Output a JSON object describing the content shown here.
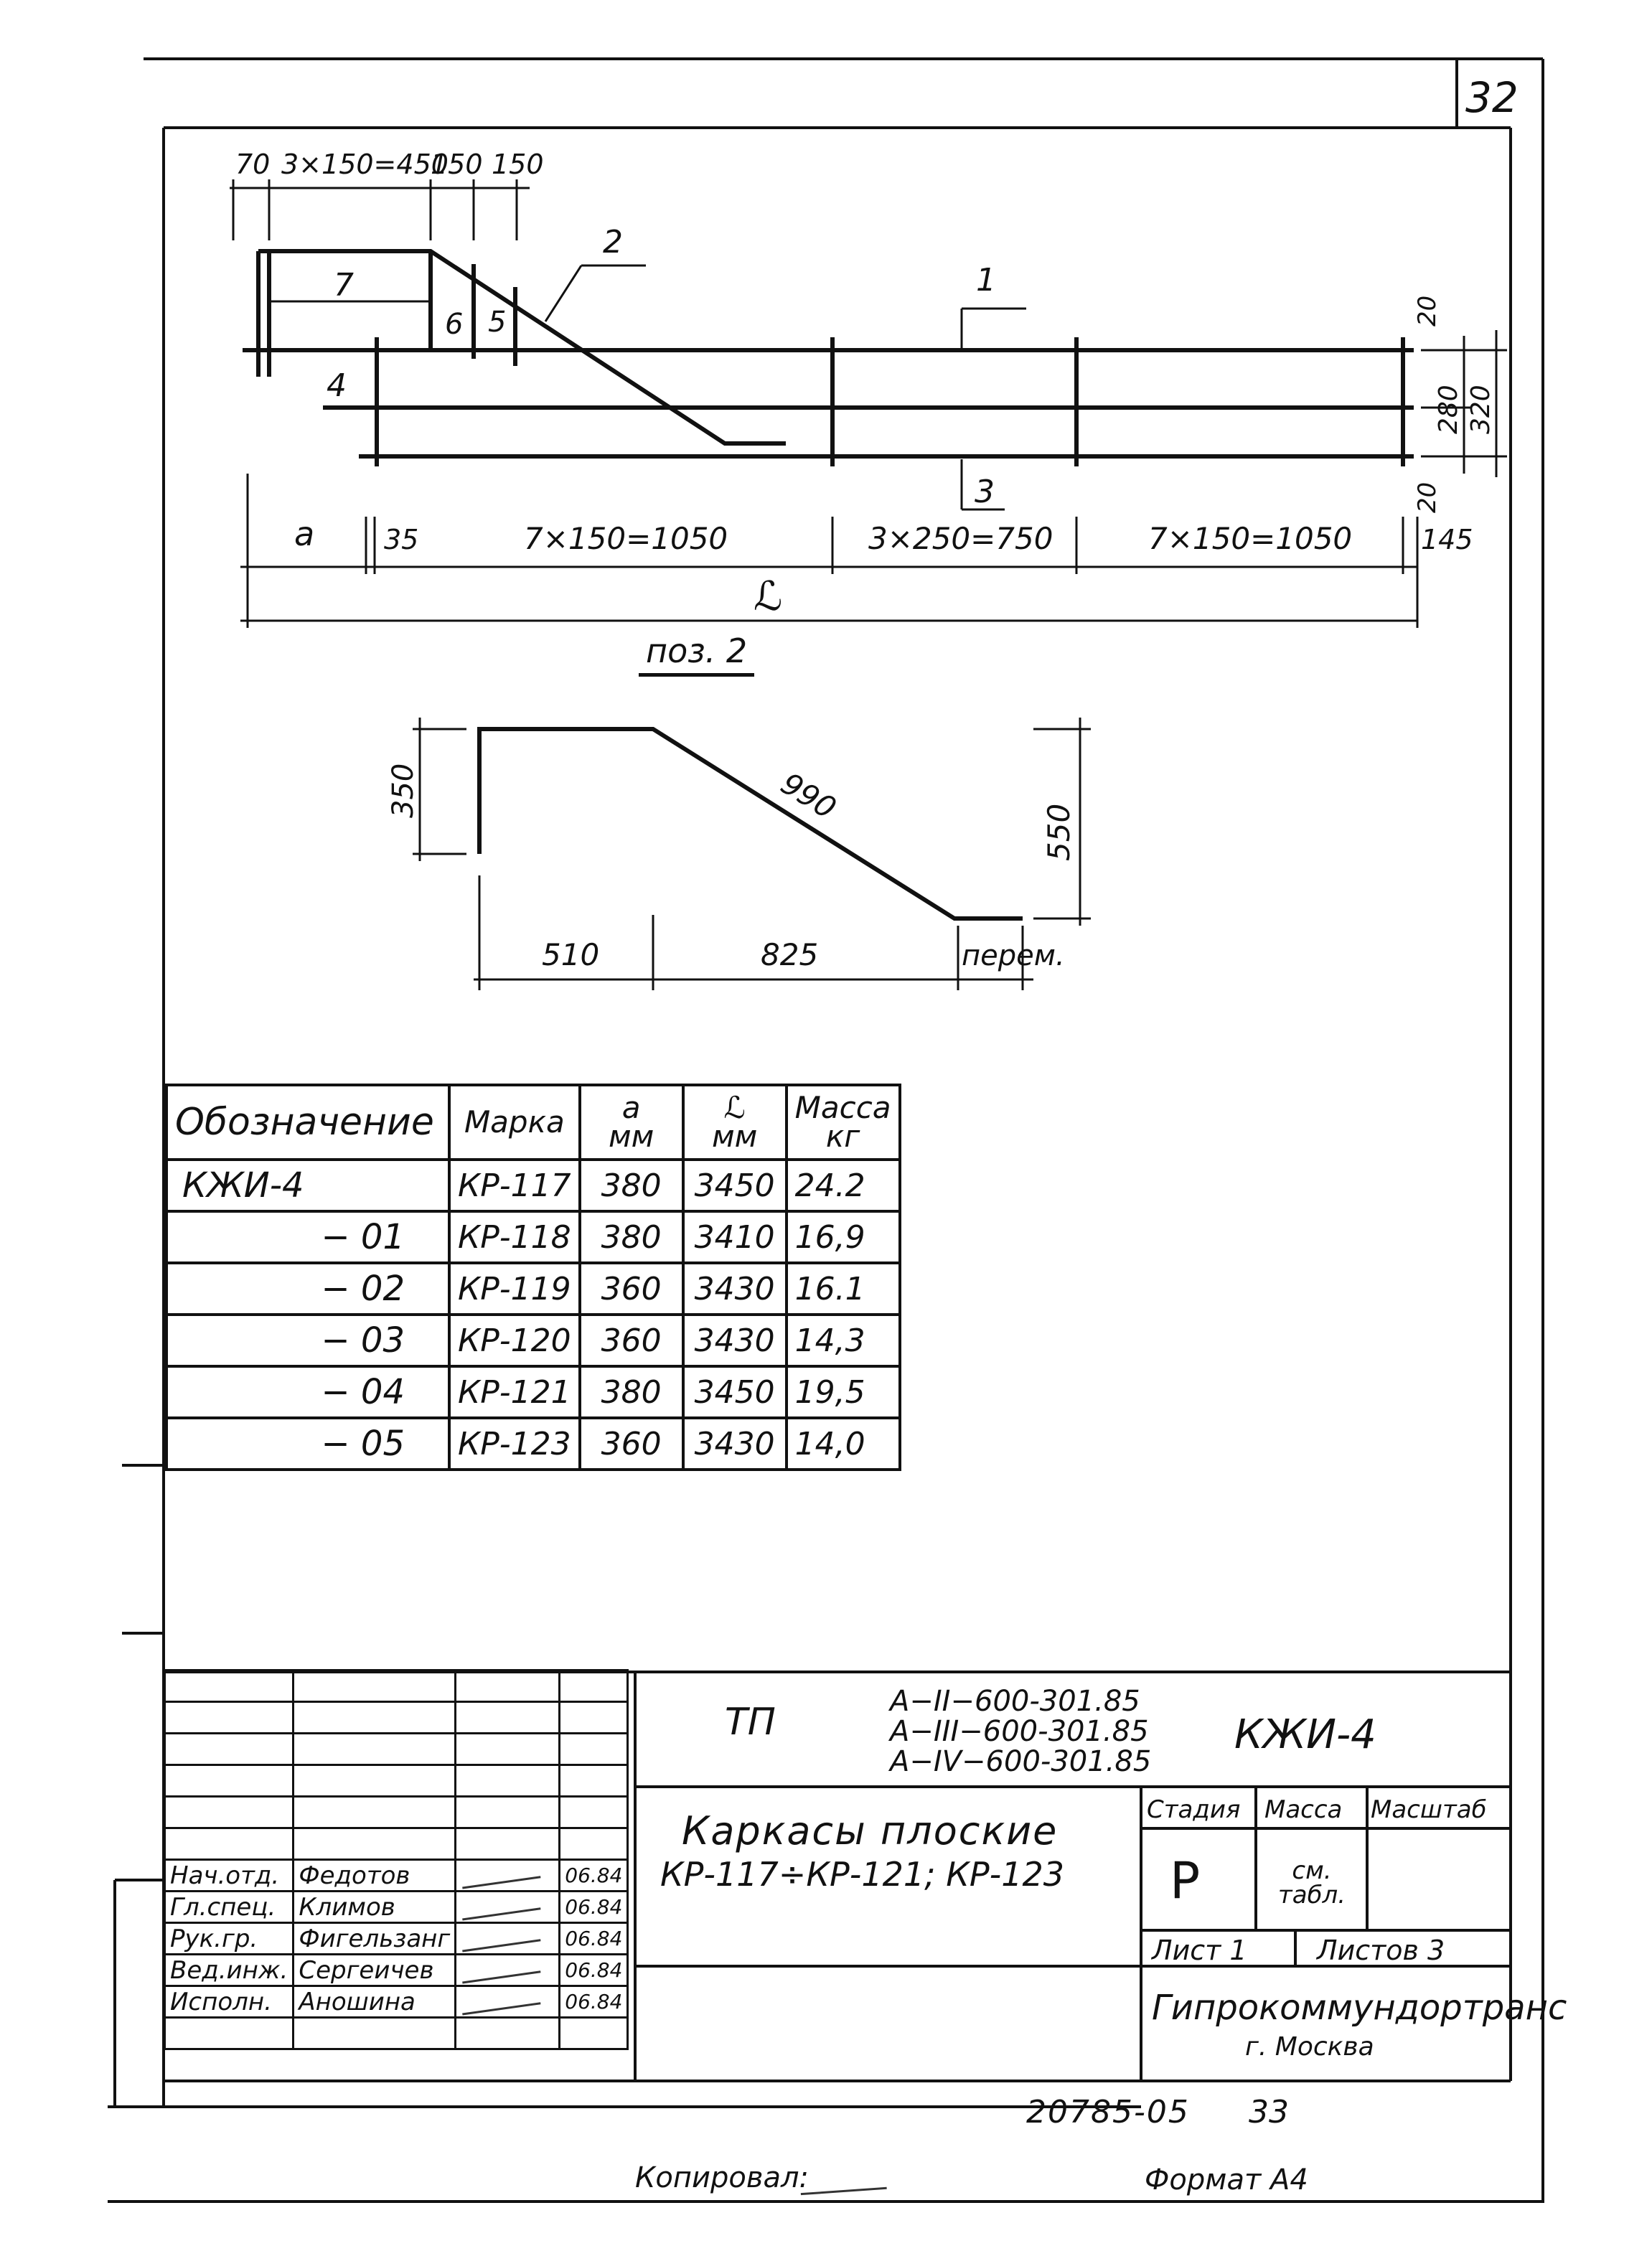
{
  "sheet_corner_number": "32",
  "drawing": {
    "top_dims": [
      "70",
      "3×150=450",
      "150",
      "150"
    ],
    "pos_labels": [
      "1",
      "2",
      "3",
      "4",
      "5",
      "6",
      "7"
    ],
    "right_dims": [
      "20",
      "280",
      "320",
      "20"
    ],
    "bottom_dims": [
      "a",
      "35",
      "7×150=1050",
      "3×250=750",
      "7×150=1050",
      "145"
    ],
    "total_label": "ℒ"
  },
  "detail": {
    "title": "поз. 2",
    "dims": [
      "350",
      "990",
      "550",
      "510",
      "825",
      "перем."
    ]
  },
  "spec_table": {
    "headers": [
      "Обозначение",
      "Марка",
      "a\nмм",
      "ℒ\nмм",
      "Масса\nкг"
    ],
    "rows": [
      [
        "КЖИ-4",
        "КР-117",
        "380",
        "3450",
        "24.2"
      ],
      [
        "− 01",
        "КР-118",
        "380",
        "3410",
        "16,9"
      ],
      [
        "− 02",
        "КР-119",
        "360",
        "3430",
        "16.1"
      ],
      [
        "− 03",
        "КР-120",
        "360",
        "3430",
        "14,3"
      ],
      [
        "− 04",
        "КР-121",
        "380",
        "3450",
        "19,5"
      ],
      [
        "− 05",
        "КР-123",
        "360",
        "3430",
        "14,0"
      ]
    ]
  },
  "title_block": {
    "tp": "ТП",
    "series": [
      "А−II−600-301.85",
      "А−III−600-301.85",
      "А−IV−600-301.85"
    ],
    "code": "КЖИ-4",
    "name_line1": "Каркасы плоские",
    "name_line2": "КР-117÷КР-121; КР-123",
    "stage_header": "Стадия",
    "mass_header": "Масса",
    "scale_header": "Масштаб",
    "stage_value": "Р",
    "mass_value": "см. табл.",
    "sheet_label": "Лист 1",
    "sheets_label": "Листов 3",
    "org_name": "Гипрокоммундортранс",
    "org_city": "г. Москва",
    "signatures": [
      [
        "Нач.отд.",
        "Федотов",
        "06.84"
      ],
      [
        "Гл.спец.",
        "Климов",
        "06.84"
      ],
      [
        "Рук.гр.",
        "Фигельзанг",
        "06.84"
      ],
      [
        "Вед.инж.",
        "Сергеичев",
        "06.84"
      ],
      [
        "Исполн.",
        "Аношина",
        "06.84"
      ]
    ]
  },
  "doc_number": "20785-05",
  "doc_page": "33",
  "copied_by": "Копировал:",
  "format": "Формат А4"
}
